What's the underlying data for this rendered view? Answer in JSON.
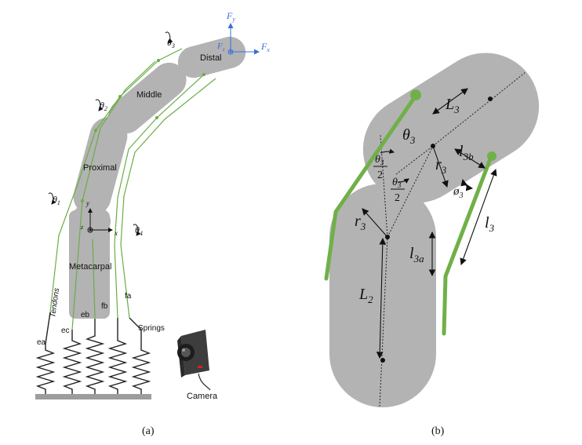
{
  "colors": {
    "segment_fill": "#b3b3b3",
    "tendon_green": "#6aad45",
    "tendon_thick_green": "#70b048",
    "force_blue": "#3b6fd4",
    "base_plate": "#9d9d9d",
    "camera_body": "#3d3d3d",
    "camera_led": "#d82020",
    "ink": "#111111"
  },
  "panel_a": {
    "caption": "(a)",
    "segments": {
      "distal": "Distal",
      "middle": "Middle",
      "proximal": "Proximal",
      "metacarpal": "Metacarpal"
    },
    "joint_angles": {
      "theta1_sym": "θ",
      "theta1_sub": "1",
      "theta2_sym": "θ",
      "theta2_sub": "2",
      "theta3_sym": "θ",
      "theta3_sub": "3",
      "theta4_sym": "θ",
      "theta4_sub": "4"
    },
    "forces": {
      "fx_sym": "F",
      "fx_sub": "x",
      "fy_sym": "F",
      "fy_sub": "y",
      "fz_sym": "F",
      "fz_sub": "z"
    },
    "axes": {
      "x": "x",
      "y": "y",
      "z": "z"
    },
    "tendon_labels": {
      "tendons": "Tendons",
      "ea": "ea",
      "ec": "ec",
      "eb": "eb",
      "fb": "fb",
      "fa": "fa",
      "springs": "Springs"
    },
    "camera_label": "Camera",
    "icons": [
      "rotation-arrow-icon",
      "camera-icon",
      "spring-icon"
    ]
  },
  "panel_b": {
    "caption": "(b)",
    "labels": {
      "L3_sym": "L",
      "L3_sub": "3",
      "theta3_sym": "θ",
      "theta3_sub": "3",
      "half_theta_num_sym": "θ",
      "half_theta_num_sub": "3",
      "half_theta_den": "2",
      "half_theta2_num_sym": "θ",
      "half_theta2_num_sub": "3",
      "half_theta2_den": "2",
      "r3_upper_sym": "r",
      "r3_upper_sub": "3",
      "r3_lower_sym": "r",
      "r3_lower_sub": "3",
      "l3b_sym": "l",
      "l3b_sub": "3b",
      "phi3_sym": "ø",
      "phi3_sub": "3",
      "l3_sym": "l",
      "l3_sub": "3",
      "l3a_sym": "l",
      "l3a_sub": "3a",
      "L2_sym": "L",
      "L2_sub": "2"
    }
  }
}
